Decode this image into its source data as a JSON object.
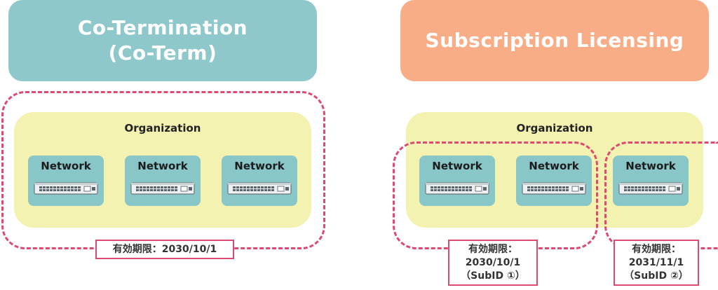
{
  "left_panel": {
    "title_line1": "Co-Termination",
    "title_line2": "(Co-Term)",
    "organization_label": "Organization",
    "networks": [
      "Network",
      "Network",
      "Network"
    ],
    "expiry_label": "有効期限：2030/10/1"
  },
  "right_panel": {
    "title": "Subscription Licensing",
    "organization_label": "Organization",
    "networks": [
      "Network",
      "Network",
      "Network"
    ],
    "group1_expiry": [
      "有効期限：",
      "2030/10/1",
      "（SubID ①）"
    ],
    "group2_expiry": [
      "有効期限：",
      "2031/11/1",
      "（SubID ②）"
    ]
  },
  "colors": {
    "teal_header": "#8ec8cb",
    "orange_header": "#f9ad86",
    "organization_fill": "#f3f2b1",
    "network_fill": "#89c6c8",
    "dashed_border": "#dc4a72"
  },
  "icons": [
    "network-switch-icon"
  ]
}
